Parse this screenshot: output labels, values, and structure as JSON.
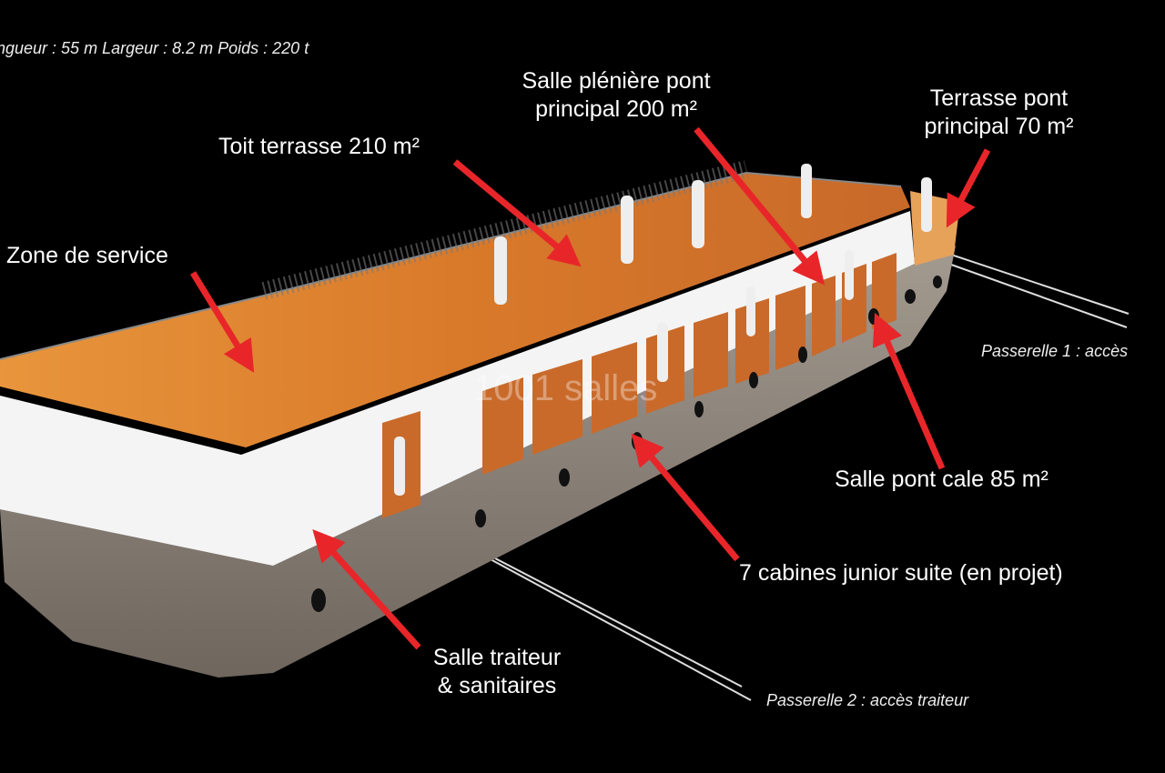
{
  "specs": "ngueur : 55 m Largeur : 8.2 m Poids : 220 t",
  "watermark": "1001 salles",
  "labels": {
    "zone_service": "Zone de service",
    "toit_terrasse": "Toit terrasse 210 m²",
    "salle_pleniere_1": "Salle plénière pont",
    "salle_pleniere_2": "principal 200 m²",
    "terrasse_pont_1": "Terrasse pont",
    "terrasse_pont_2": "principal 70 m²",
    "salle_cale": "Salle pont cale 85 m²",
    "cabines": "7 cabines junior suite (en projet)",
    "traiteur_1": "Salle traiteur",
    "traiteur_2": "& sanitaires",
    "passerelle_1": "Passerelle 1 : accès",
    "passerelle_2": "Passerelle 2 : accès traiteur"
  },
  "colors": {
    "arrow": "#e8262a",
    "deck": "#d9822f",
    "hull": "#8b8178",
    "superstructure": "#f4f4f4"
  }
}
